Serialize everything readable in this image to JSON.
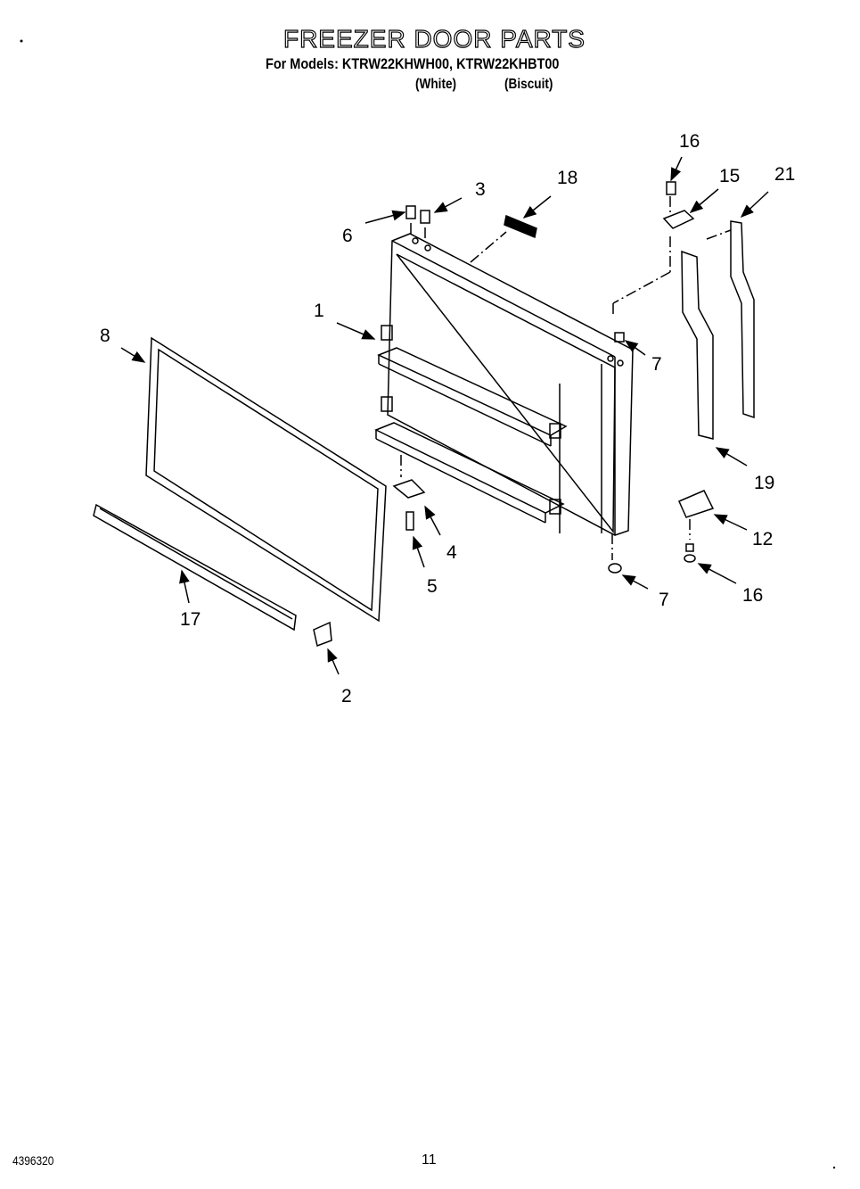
{
  "header": {
    "title": "FREEZER DOOR PARTS",
    "models_line": "For Models: KTRW22KHWH00, KTRW22KHBT00",
    "variant_1": "(White)",
    "variant_2": "(Biscuit)"
  },
  "callouts": [
    "16",
    "15",
    "21",
    "18",
    "3",
    "6",
    "1",
    "8",
    "7",
    "19",
    "12",
    "16",
    "7",
    "4",
    "5",
    "17",
    "2"
  ],
  "footer": {
    "code": "4396320",
    "page": "11"
  }
}
